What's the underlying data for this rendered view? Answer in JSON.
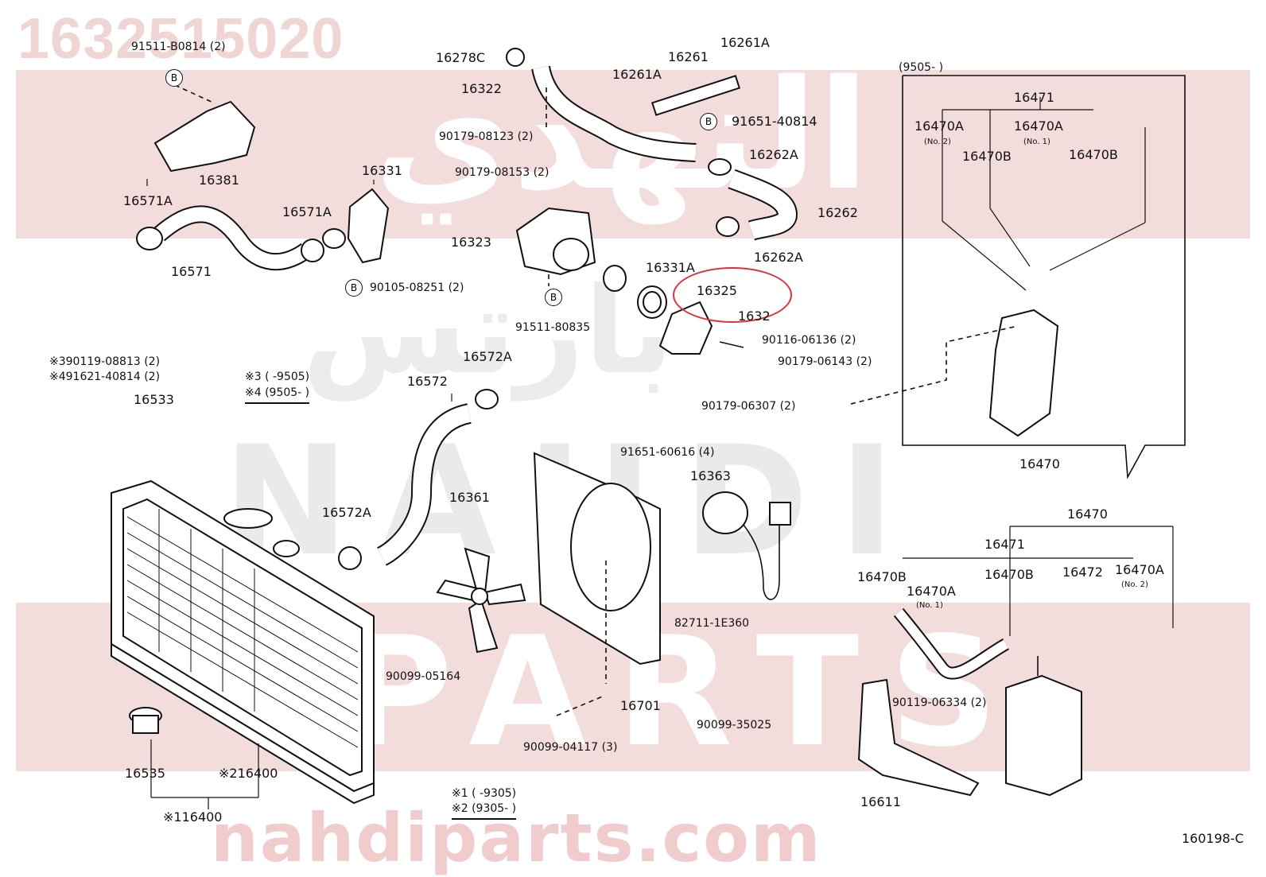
{
  "header": {
    "part_number": "1632515020"
  },
  "watermark": {
    "brand_latin": "NAHDI",
    "parts_word": "PARTS",
    "brand_arabic": "النهدي",
    "parts_arabic": "بارتس",
    "site": "nahdiparts.com"
  },
  "diagram_ref": "160198-C",
  "bolt_mark": "B",
  "labels": {
    "l_91511_B0814": "91511-B0814 (2)",
    "l_16381": "16381",
    "l_16331": "16331",
    "l_16571A_left": "16571A",
    "l_16571A_right": "16571A",
    "l_16571": "16571",
    "l_90105_08251": "90105-08251 (2)",
    "l_16278C": "16278C",
    "l_16322": "16322",
    "l_90179_08123": "90179-08123 (2)",
    "l_90179_08153": "90179-08153 (2)",
    "l_16261A_top": "16261A",
    "l_16261": "16261",
    "l_16261A_mid": "16261A",
    "l_91651_40814": "91651-40814",
    "l_16262A_top": "16262A",
    "l_16262": "16262",
    "l_16262A_bot": "16262A",
    "l_16323": "16323",
    "l_16331A": "16331A",
    "l_16325": "16325",
    "l_1632x": "1632",
    "l_91511_80835": "91511-80835",
    "l_90116_06136": "90116-06136 (2)",
    "l_90179_06143": "90179-06143 (2)",
    "l_90179_06307": "90179-06307 (2)",
    "l_note3": "※390119-08813 (2)",
    "l_note4": "※491621-40814 (2)",
    "l_range3": "※3 (      -9505)",
    "l_range4": "※4 (9505-       )",
    "l_16533": "16533",
    "l_16572": "16572",
    "l_16572A_top": "16572A",
    "l_16572A_bot": "16572A",
    "l_16361": "16361",
    "l_91651_60616": "91651-60616 (4)",
    "l_16363": "16363",
    "l_82711_1E360": "82711-1E360",
    "l_90099_05164": "90099-05164",
    "l_16701": "16701",
    "l_90099_35025": "90099-35025",
    "l_90099_04117": "90099-04117 (3)",
    "l_16535": "16535",
    "l_216400": "※216400",
    "l_116400": "※116400",
    "l_range1": "※1 (      -9305)",
    "l_range2": "※2 (9305-       )",
    "box_range": "(9505-        )",
    "box_16471": "16471",
    "box_16470A_no2": "16470A",
    "box_no2": "(No. 2)",
    "box_16470A_no1": "16470A",
    "box_no1": "(No. 1)",
    "box_16470B_l": "16470B",
    "box_16470B_r": "16470B",
    "box_16470": "16470",
    "r_16470": "16470",
    "r_16471": "16471",
    "r_16470B_l": "16470B",
    "r_16470A_no1": "16470A",
    "r_no1": "(No. 1)",
    "r_16470B_m": "16470B",
    "r_16472": "16472",
    "r_16470A_no2": "16470A",
    "r_no2": "(No. 2)",
    "r_90119_06334": "90119-06334 (2)",
    "r_16611": "16611"
  },
  "colors": {
    "band": "#f3dcdc",
    "highlight": "#e0303a",
    "ink": "#111111"
  }
}
